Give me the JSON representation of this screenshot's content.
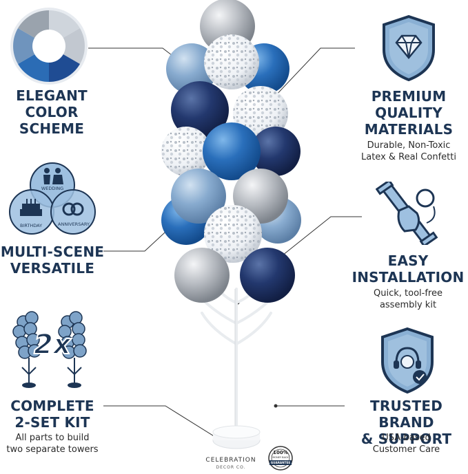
{
  "features": {
    "color_scheme": {
      "title": "ELEGANT\nCOLOR\nSCHEME"
    },
    "materials": {
      "title": "PREMIUM\nQUALITY\nMATERIALS",
      "desc": "Durable, Non-Toxic\nLatex & Real Confetti"
    },
    "versatile": {
      "title": "MULTI-SCENE\nVERSATILE",
      "scenes": [
        "WEDDING",
        "BIRTHDAY",
        "ANNIVERSARY"
      ]
    },
    "installation": {
      "title": "EASY\nINSTALLATION",
      "desc": "Quick, tool-free\nassembly kit"
    },
    "kit": {
      "title": "COMPLETE\n2-SET KIT",
      "desc": "All parts to build\ntwo separate towers",
      "badge": "2x"
    },
    "support": {
      "title": "TRUSTED BRAND\n& SUPPORT",
      "desc": "USA-based\nCustomer Care"
    }
  },
  "brand": {
    "name": "CELEBRATION",
    "sub": "DECOR CO."
  },
  "guarantee": {
    "top": "100%",
    "mid": "MONEY BACK",
    "label": "GUARANTEE"
  },
  "colors": {
    "navy": "#1d3554",
    "royal": "#1f5fa8",
    "light_blue": "#7ea3c8",
    "silver": "#b8bcc2"
  }
}
